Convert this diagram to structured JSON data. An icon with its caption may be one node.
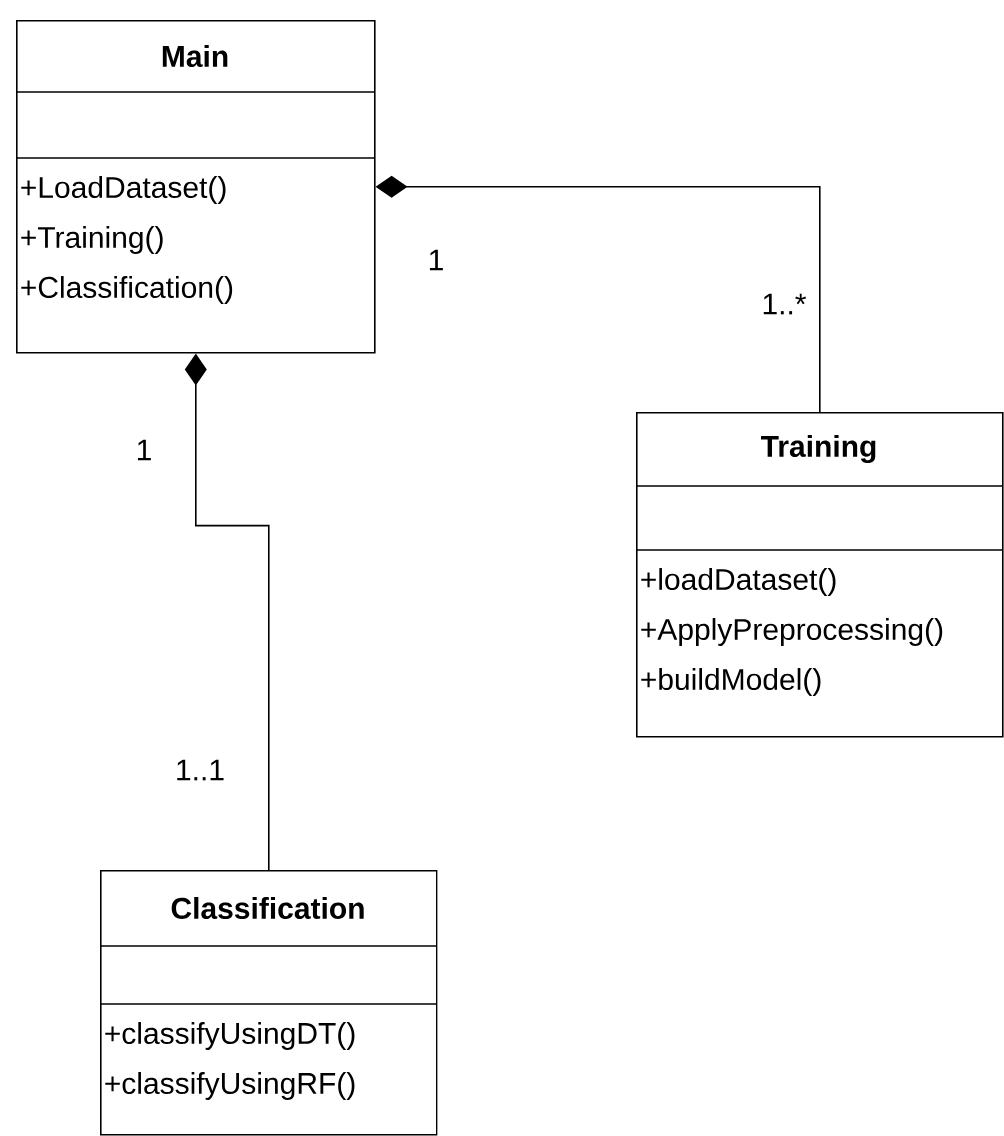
{
  "diagram": {
    "nodes": [
      {
        "text": [
          "Main",
          "+LoadDataset()",
          "+Training()",
          "+Classification()"
        ]
      },
      {
        "text": [
          "Training",
          "+loadDataset()",
          "+ApplyPreprocessing()",
          "+buildModel()"
        ]
      },
      {
        "text": [
          "Classification",
          "+classifyUsingDT()",
          "+classifyUsingRF()"
        ]
      }
    ],
    "edges": [
      {
        "from": 0,
        "to": 1,
        "arrow": "other"
      },
      {
        "from": 0,
        "to": 2,
        "arrow": "other"
      }
    ],
    "labels": [
      "1",
      "1..*",
      "1",
      "1..1"
    ]
  }
}
